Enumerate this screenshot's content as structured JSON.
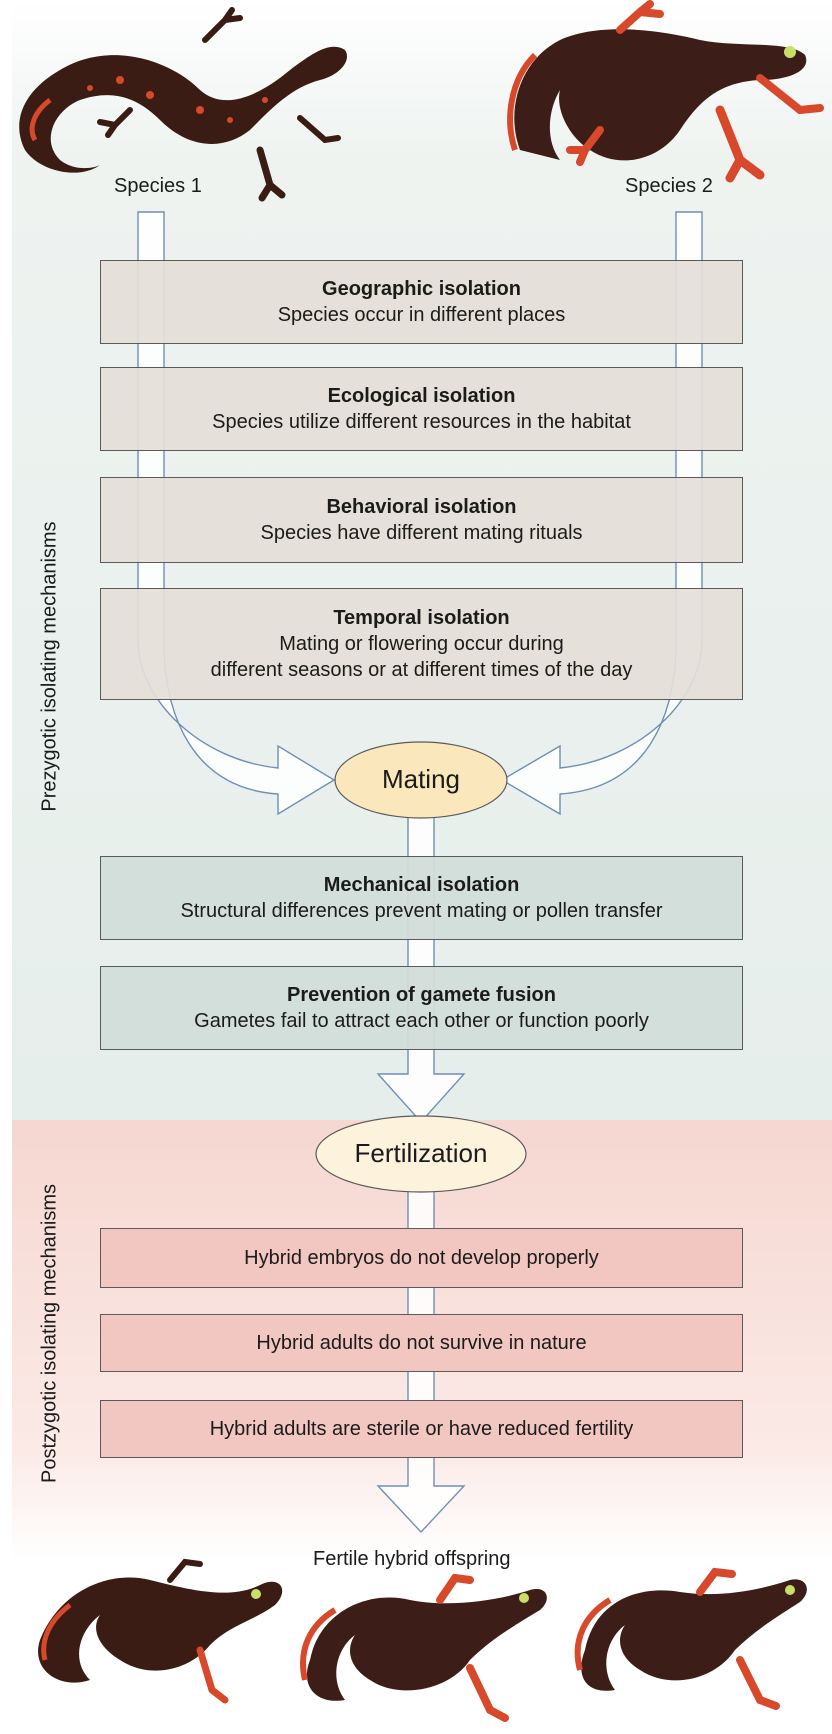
{
  "species": {
    "left": "Species 1",
    "right": "Species 2"
  },
  "prezygotic": {
    "side_label": "Prezygotic isolating mechanisms",
    "boxes": [
      {
        "title": "Geographic isolation",
        "lines": [
          "Species occur in different places"
        ]
      },
      {
        "title": "Ecological isolation",
        "lines": [
          "Species utilize different resources in the habitat"
        ]
      },
      {
        "title": "Behavioral isolation",
        "lines": [
          "Species have different mating rituals"
        ]
      },
      {
        "title": "Temporal isolation",
        "lines": [
          "Mating or flowering occur during",
          "different seasons or at different times of the day"
        ]
      }
    ]
  },
  "mating": "Mating",
  "mechanical": [
    {
      "title": "Mechanical isolation",
      "lines": [
        "Structural differences prevent mating or pollen transfer"
      ]
    },
    {
      "title": "Prevention of gamete fusion",
      "lines": [
        "Gametes fail to attract each other or function poorly"
      ]
    }
  ],
  "fertilization": "Fertilization",
  "postzygotic": {
    "side_label": "Postzygotic isolating mechanisms",
    "boxes": [
      "Hybrid embryos do not develop properly",
      "Hybrid adults do not survive in nature",
      "Hybrid adults are sterile or have reduced fertility"
    ]
  },
  "offspring_label": "Fertile hybrid offspring",
  "colors": {
    "pre_zone": "#e8efec",
    "post_zone": "#f8dcd7",
    "oval_mating": "#fbe7bc",
    "oval_fertilization": "#fdf3dc",
    "arrow_outline": "#6f8fb8",
    "salamander_dark": "#3a1c14",
    "salamander_red": "#d8482a"
  }
}
